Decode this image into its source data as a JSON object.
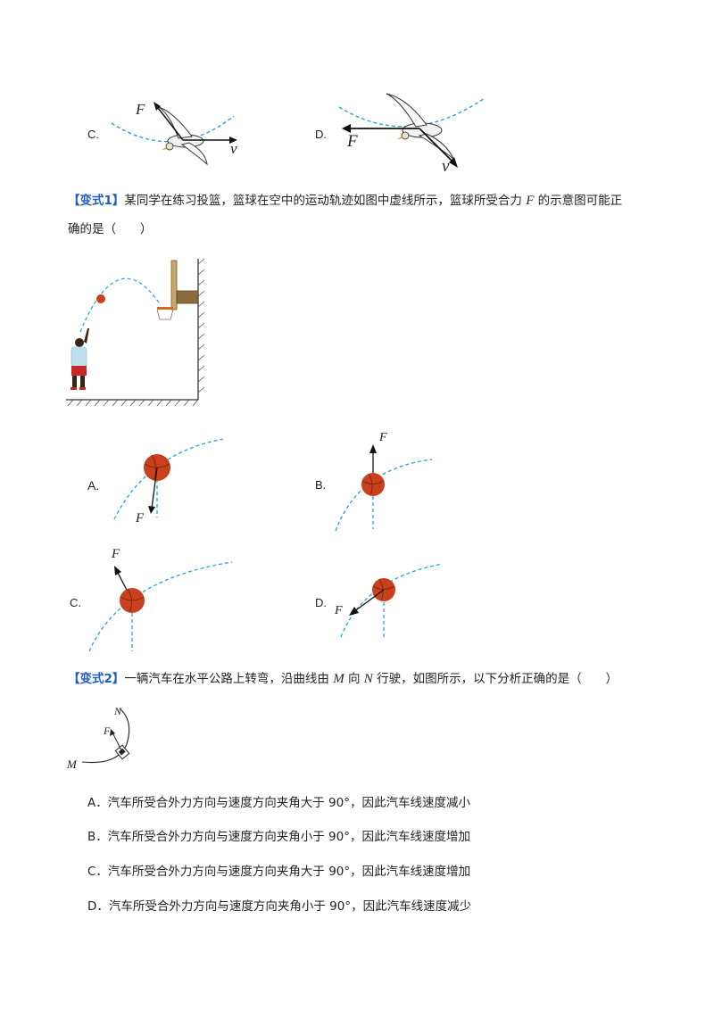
{
  "prev_question": {
    "option_c_label": "C.",
    "option_d_label": "D.",
    "force_symbol": "F",
    "velocity_symbol": "v"
  },
  "variant1": {
    "tag": "【变式1】",
    "line1_before_f": "某同学在练习投篮，篮球在空中的运动轨迹如图中虚线所示，篮球所受合力",
    "f_symbol": "F",
    "line1_after_f": "的示意图可能正",
    "line2": "确的是（　　）",
    "options": {
      "a_label": "A.",
      "b_label": "B.",
      "c_label": "C.",
      "d_label": "D."
    },
    "force_symbol": "F"
  },
  "variant2": {
    "tag": "【变式2】",
    "text_before_m": "一辆汽车在水平公路上转弯，沿曲线由",
    "m_symbol": "M",
    "text_mid": "向",
    "n_symbol": "N",
    "text_after_n": "行驶，如图所示，以下分析正确的是（　　）",
    "figure": {
      "m_label": "M",
      "n_label": "N",
      "f_label": "F"
    },
    "choices": [
      "A．汽车所受合外力方向与速度方向夹角大于 90°，因此汽车线速度减小",
      "B．汽车所受合外力方向与速度方向夹角小于 90°，因此汽车线速度增加",
      "C．汽车所受合外力方向与速度方向夹角大于 90°，因此汽车线速度增加",
      "D．汽车所受合外力方向与速度方向夹角小于 90°，因此汽车线速度减少"
    ]
  },
  "colors": {
    "trajectory": "#29a3dd",
    "ball": "#c8401c",
    "tag": "#1f5fbf"
  }
}
